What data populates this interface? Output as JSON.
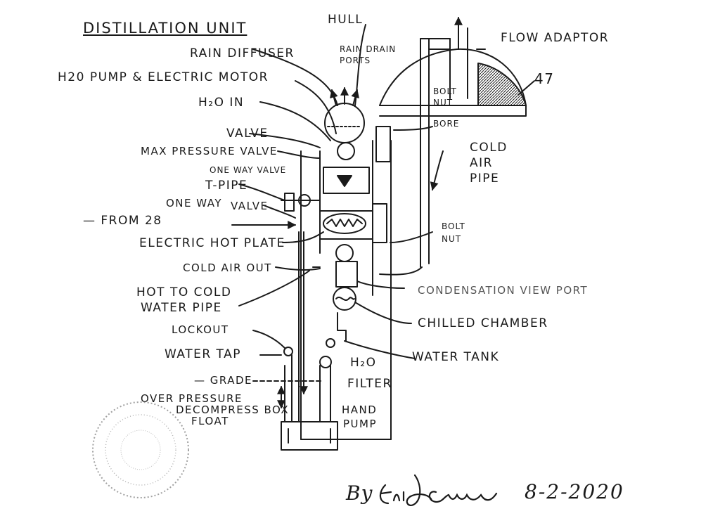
{
  "title": "DISTILLATION UNIT",
  "labels": {
    "hull": "HULL",
    "rain_diffuser": "RAIN DIFFUSER",
    "rain_drain_ports": "RAIN DRAIN",
    "rain_drain_ports_2": "PORTS",
    "flow_adaptor": "FLOW ADAPTOR",
    "ref_47": "47",
    "pump_motor": "H20 PUMP & ELECTRIC MOTOR",
    "h2o_in": "H₂O IN",
    "bolt_nut_top_1": "BOLT",
    "bolt_nut_top_2": "NUT",
    "bore": "BORE",
    "cold_air_pipe_1": "COLD",
    "cold_air_pipe_2": "AIR",
    "cold_air_pipe_3": "PIPE",
    "valve": "VALVE",
    "max_pressure_valve": "MAX PRESSURE VALVE",
    "one_way_valve_small": "ONE WAY VALVE",
    "t_pipe": "T-PIPE",
    "one_way_valve_1": "ONE WAY",
    "one_way_valve_2": "VALVE",
    "from_28": "— FROM 28",
    "bolt_nut_mid_1": "BOLT",
    "bolt_nut_mid_2": "NUT",
    "electric_hot_plate": "ELECTRIC HOT PLATE",
    "cold_air_out": "COLD AIR OUT",
    "condensation_view_port": "CONDENSATION VIEW PORT",
    "hot_to_cold_1": "HOT TO COLD",
    "hot_to_cold_2": "WATER PIPE",
    "chilled_chamber": "CHILLED CHAMBER",
    "lockout": "LOCKOUT",
    "water_tap": "WATER TAP",
    "water_tank": "WATER TANK",
    "h2o_filter_1": "H₂O",
    "h2o_filter_2": "FILTER",
    "grade": "— GRADE",
    "over_pressure": "OVER PRESSURE",
    "decompress_box": "DECOMPRESS BOX",
    "float": "FLOAT",
    "hand_pump_1": "HAND",
    "hand_pump_2": "PUMP"
  },
  "signature": {
    "by": "By",
    "name": "Eric J Crews",
    "date": "8-2-2020"
  }
}
